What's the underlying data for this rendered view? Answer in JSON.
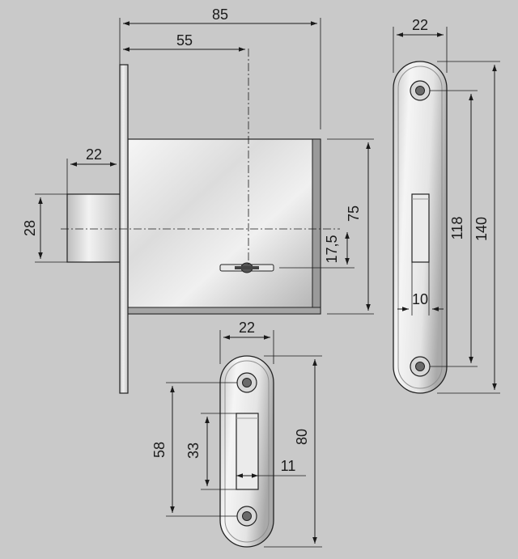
{
  "drawing": {
    "background": "#c9c9c9",
    "metal_light": "#f4f4f4",
    "metal_dark": "#a8a8a8",
    "line_color": "#1a1a1a"
  },
  "dimensions": {
    "lock_overall_depth": "85",
    "backset": "55",
    "bolt_projection": "22",
    "bolt_height": "28",
    "case_height": "75",
    "keyhole_offset": "17,5",
    "strike_plate_a_width": "22",
    "strike_plate_a_hole_spacing": "118",
    "strike_plate_a_length": "140",
    "strike_plate_a_slot_width": "10",
    "strike_plate_b_width": "22",
    "strike_plate_b_hole_spacing": "58",
    "strike_plate_b_slot_length": "33",
    "strike_plate_b_length": "80",
    "strike_plate_b_slot_width": "11"
  }
}
